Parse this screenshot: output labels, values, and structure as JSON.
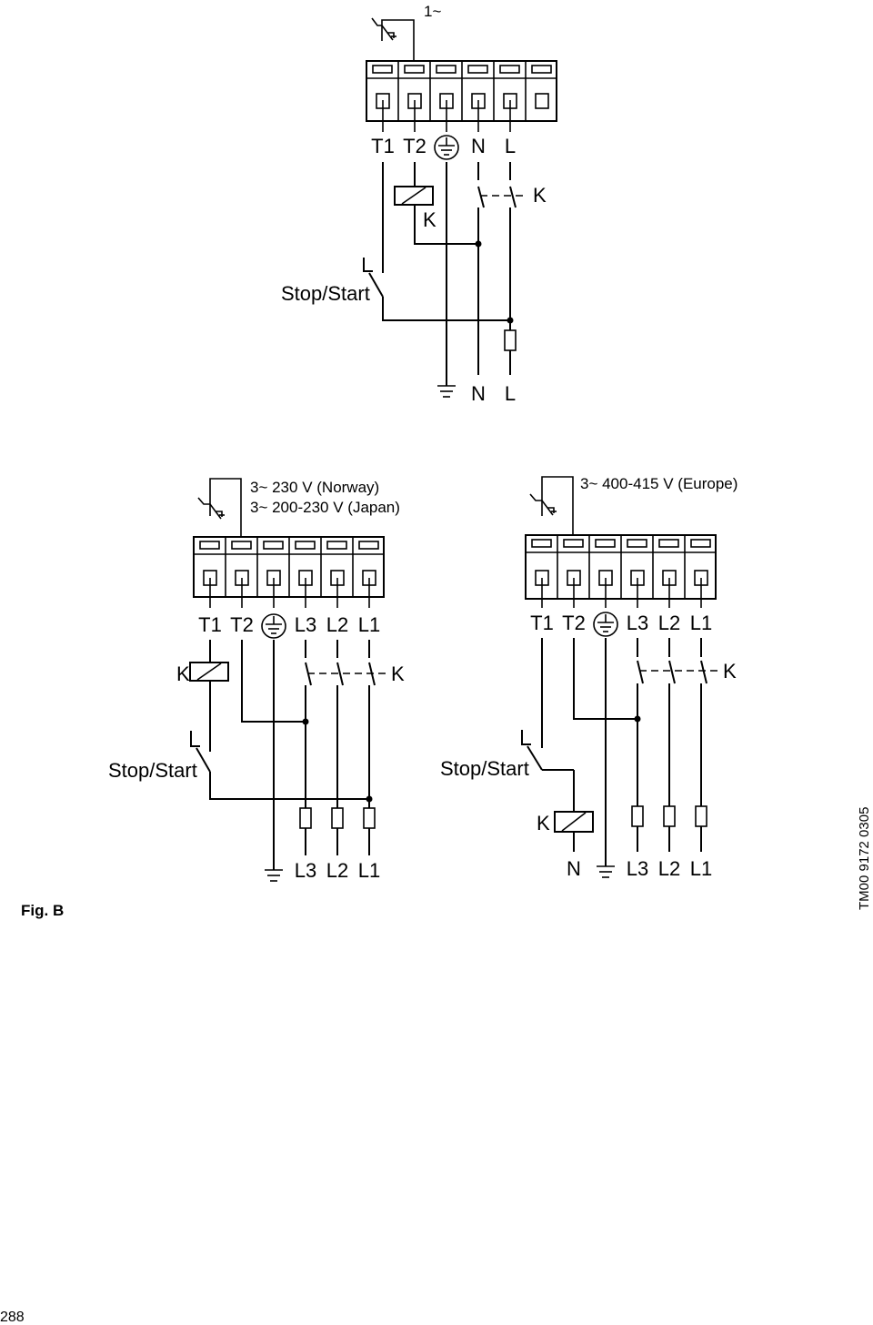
{
  "fig_label": "Fig. B",
  "page_number": "288",
  "doc_code": "TM00 9172 0305",
  "top": {
    "title": "1~",
    "terminals": [
      "T1",
      "T2",
      "N",
      "L"
    ],
    "contactor": "K",
    "switch": "Stop/Start",
    "supply": [
      "N",
      "L"
    ]
  },
  "left": {
    "title_line1": "3~ 230 V (Norway)",
    "title_line2": "3~ 200-230 V (Japan)",
    "terminals": [
      "T1",
      "T2",
      "L3",
      "L2",
      "L1"
    ],
    "contactor_coil": "K",
    "contactor_contact": "K",
    "switch": "Stop/Start",
    "supply": [
      "L3",
      "L2",
      "L1"
    ]
  },
  "right": {
    "title": "3~ 400-415 V (Europe)",
    "terminals": [
      "T1",
      "T2",
      "L3",
      "L2",
      "L1"
    ],
    "contactor_contact": "K",
    "contactor_coil": "K",
    "switch": "Stop/Start",
    "supply": [
      "N",
      "L3",
      "L2",
      "L1"
    ]
  }
}
